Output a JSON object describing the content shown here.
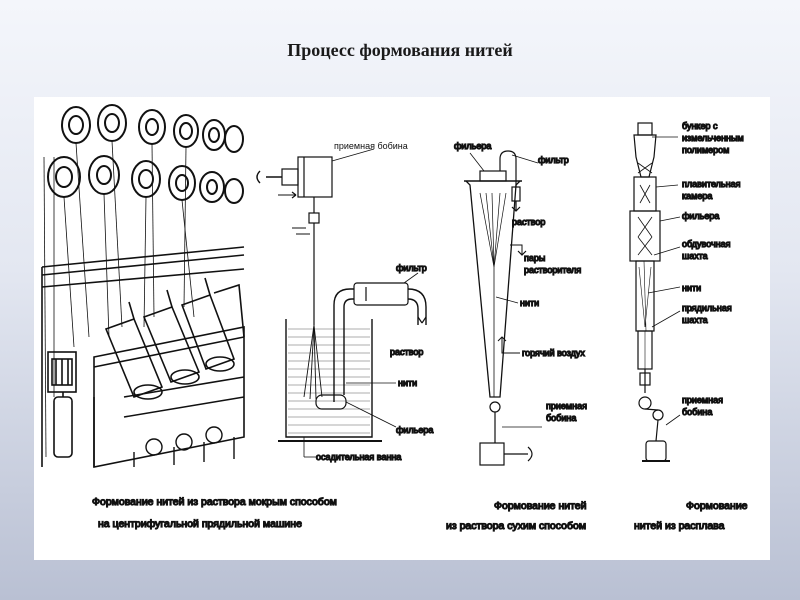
{
  "title": "Процесс формования нитей",
  "wet": {
    "labels": {
      "bobbin": "приемная бобина",
      "filter": "фильтр",
      "solution": "раствор",
      "threads": "нити",
      "spinneret": "фильера",
      "bath": "осадительная ванна"
    },
    "caption_line1": "Формование нитей  из раствора мокрым способом",
    "caption_line2": "на центрифугальной прядильной машине"
  },
  "dry": {
    "labels": {
      "spinneret": "фильера",
      "filter": "фильтр",
      "solution": "раствор",
      "vapor_line1": "пары",
      "vapor_line2": "растворителя",
      "threads": "нити",
      "hot_air": "горячий воздух",
      "bobbin_line1": "приемная",
      "bobbin_line2": "бобина"
    },
    "caption_line1": "Формование нитей",
    "caption_line2": "из раствора  сухим способом"
  },
  "melt": {
    "labels": {
      "hopper_line1": "бункер с",
      "hopper_line2": "измельченным",
      "hopper_line3": "полимером",
      "chamber_line1": "плавительная",
      "chamber_line2": "камера",
      "spinneret": "фильера",
      "blow_line1": "обдувочная",
      "blow_line2": "шахта",
      "threads": "нити",
      "spin_line1": "прядильная",
      "spin_line2": "шахта",
      "bobbin_line1": "приемная",
      "bobbin_line2": "бобина"
    },
    "caption_line1": "Формование",
    "caption_line2": "нитей   из   расплава"
  }
}
